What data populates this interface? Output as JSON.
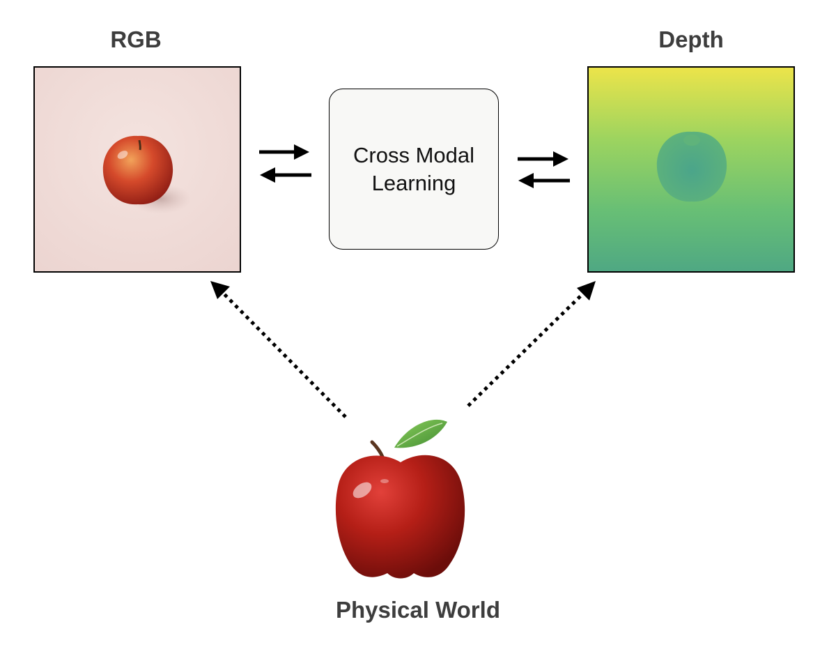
{
  "labels": {
    "rgb": "RGB",
    "depth": "Depth",
    "center": "Cross Modal Learning",
    "world": "Physical World"
  },
  "colors": {
    "rgb_background": "#f1dcd8",
    "depth_top": "#ece44a",
    "depth_mid": "#9dd45f",
    "depth_bottom": "#4fa883",
    "apple_red": "#b51f17",
    "leaf_green": "#58a33e"
  },
  "icons": [
    "apple-photo",
    "apple-depth-map",
    "physical-apple",
    "bidirectional-arrows",
    "dotted-arrow"
  ]
}
